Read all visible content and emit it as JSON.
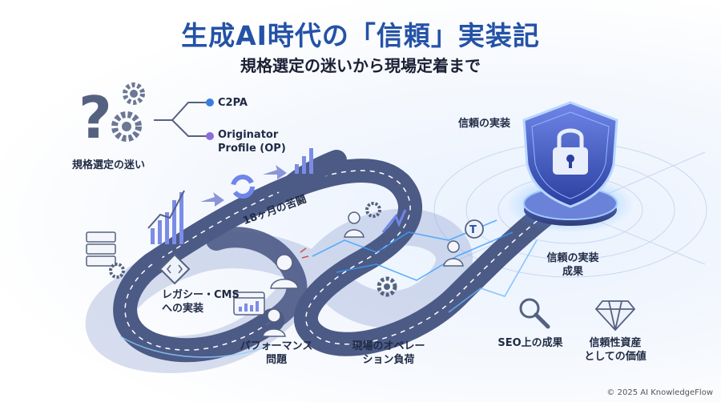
{
  "header": {
    "title": "生成AI時代の「信頼」実装記",
    "subtitle": "規格選定の迷いから現場定着まで"
  },
  "standards": {
    "c2pa": "C2PA",
    "op_line1": "Originator",
    "op_line2": "Profile (OP)"
  },
  "stages": {
    "selection": "規格選定の迷い",
    "struggle": "18ヶ月の苦闘",
    "legacy_line1": "レガシー・CMS",
    "legacy_line2": "への実装",
    "performance_line1": "パフォーマンス",
    "performance_line2": "問題",
    "operation_line1": "現場のオペレー",
    "operation_line2": "ション負荷",
    "trust_impl": "信頼の実装",
    "result_line1": "信頼の実装",
    "result_line2": "成果",
    "seo": "SEO上の成果",
    "asset_line1": "信頼性資産",
    "asset_line2": "としての価値"
  },
  "colors": {
    "title": "#2452a6",
    "road": "#4c5a86",
    "accent": "#7b8ce8",
    "glow": "#3aa0ff",
    "dot_c2pa": "#3b7de0",
    "dot_op": "#8a6fd6"
  },
  "icons": [
    "question-gear-icon",
    "branch-icon",
    "chart-icon",
    "refresh-icon",
    "arrow-icon",
    "server-icon",
    "diamond-code-icon",
    "stressed-person-icon",
    "browser-chart-icon",
    "thinking-person-icon",
    "gear-person-icon",
    "t-badge-person-icon",
    "gear-icon",
    "shield-lock-icon",
    "magnifier-icon",
    "diamond-icon"
  ],
  "footer": {
    "copyright": "© 2025 AI KnowledgeFlow"
  }
}
